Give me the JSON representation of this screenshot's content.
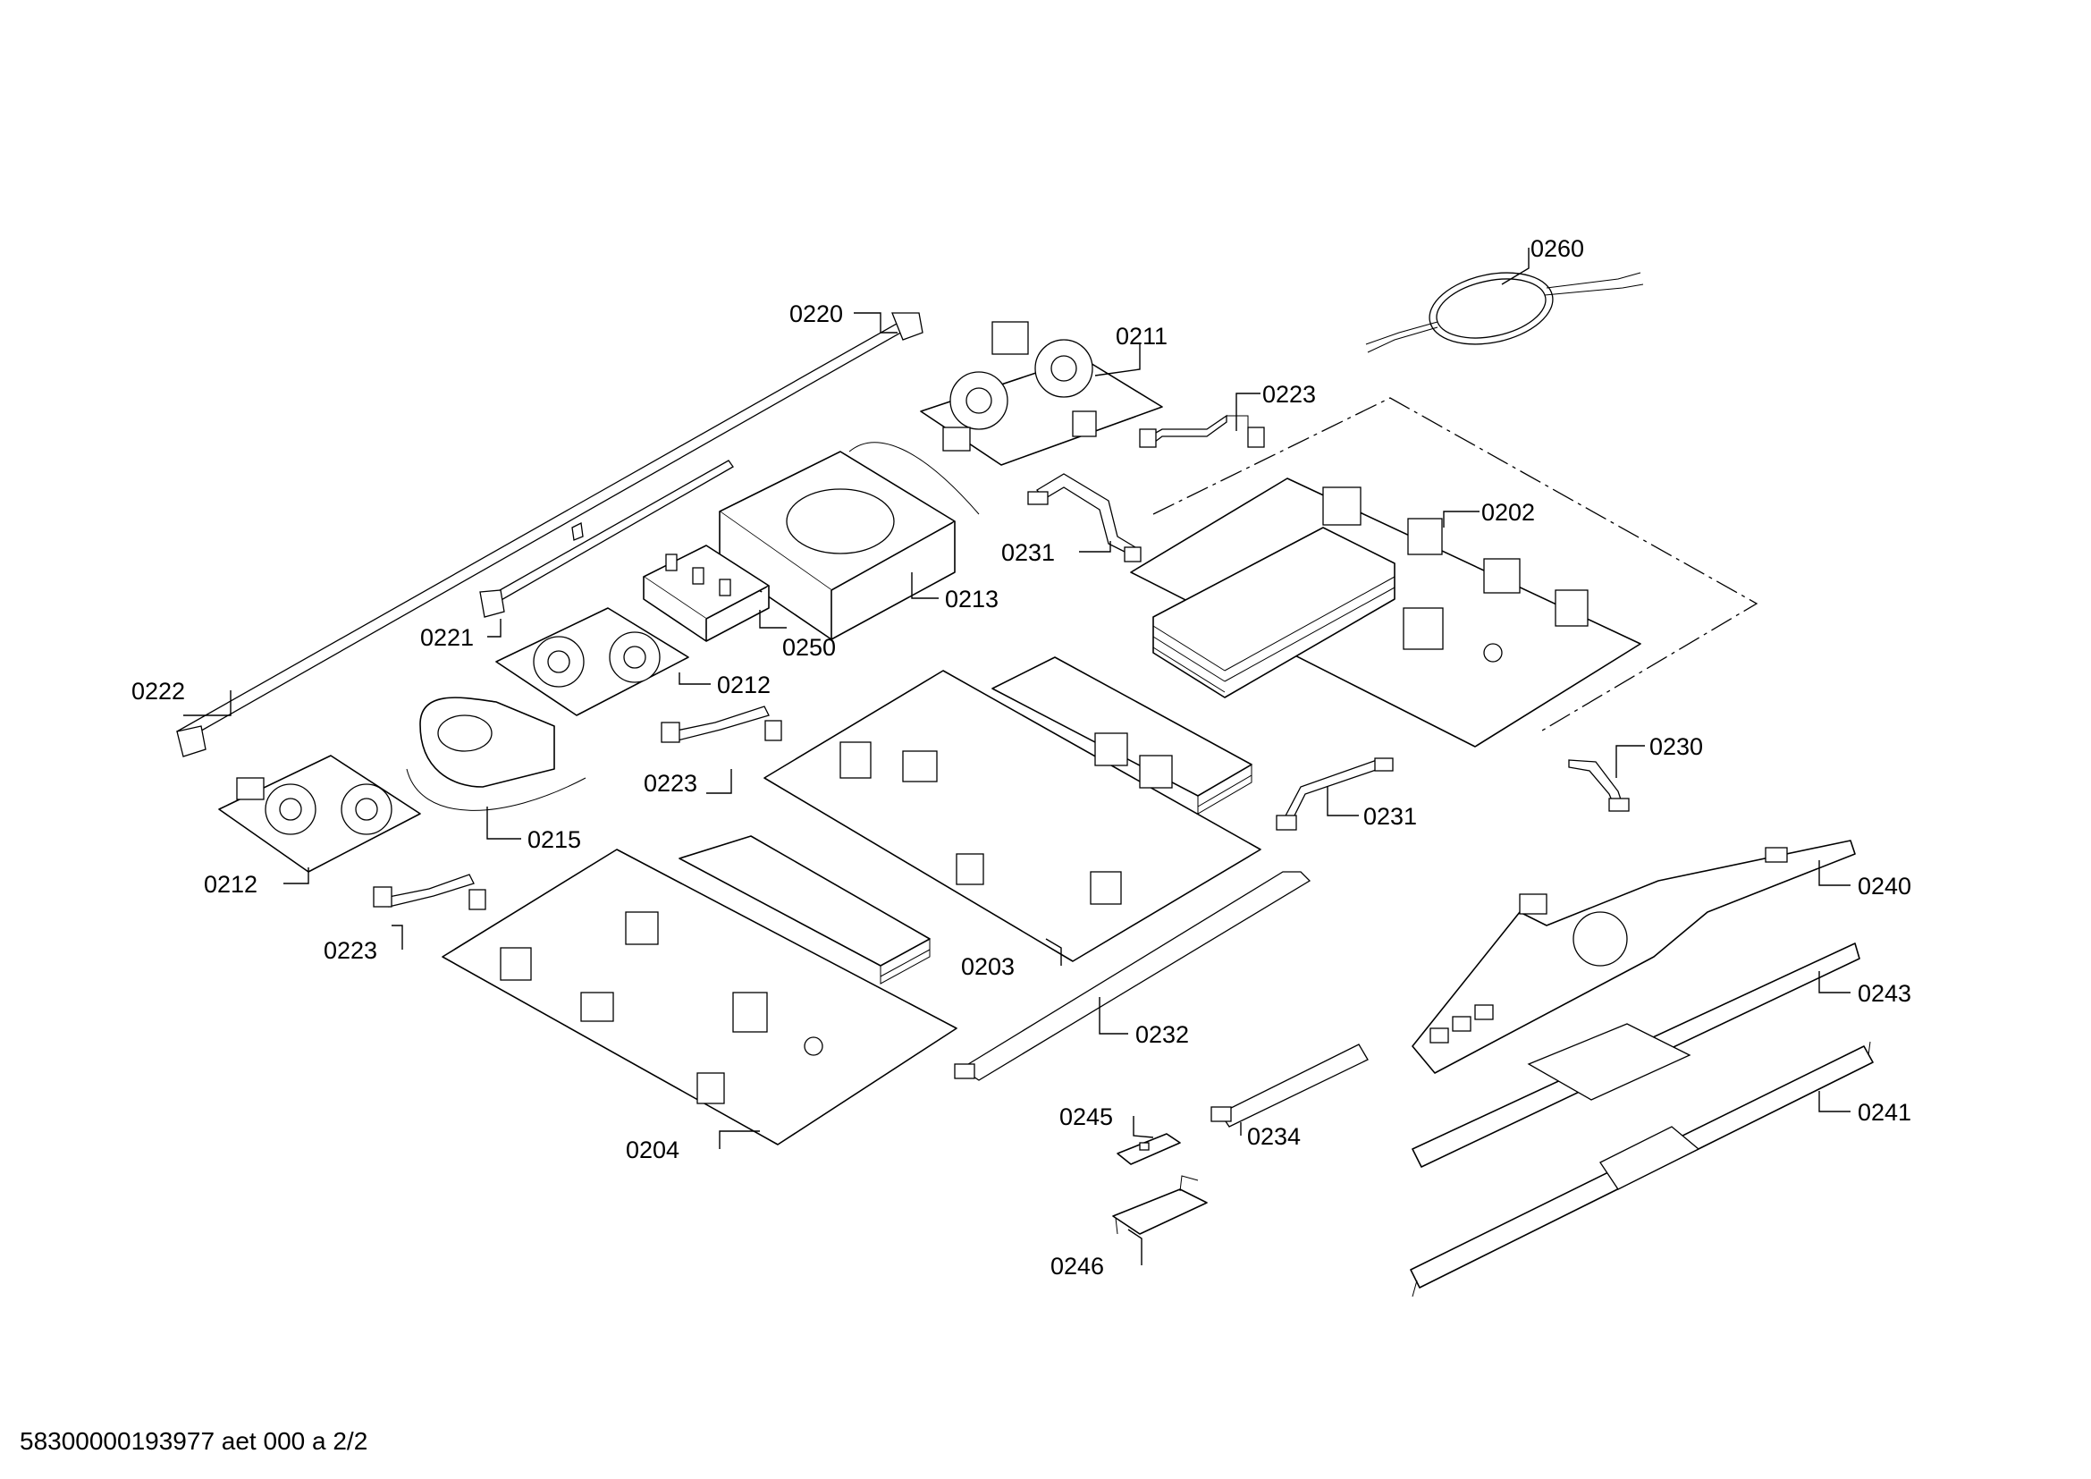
{
  "footer": {
    "reference": "58300000193977 aet 000 a 2/2"
  },
  "diagram": {
    "callouts": [
      "0220",
      "0211",
      "0223",
      "0260",
      "0202",
      "0231",
      "0213",
      "0221",
      "0250",
      "0222",
      "0212",
      "0223",
      "0230",
      "0231",
      "0215",
      "0212",
      "0223",
      "0240",
      "0243",
      "0203",
      "0232",
      "0241",
      "0245",
      "0234",
      "0204",
      "0246"
    ]
  }
}
